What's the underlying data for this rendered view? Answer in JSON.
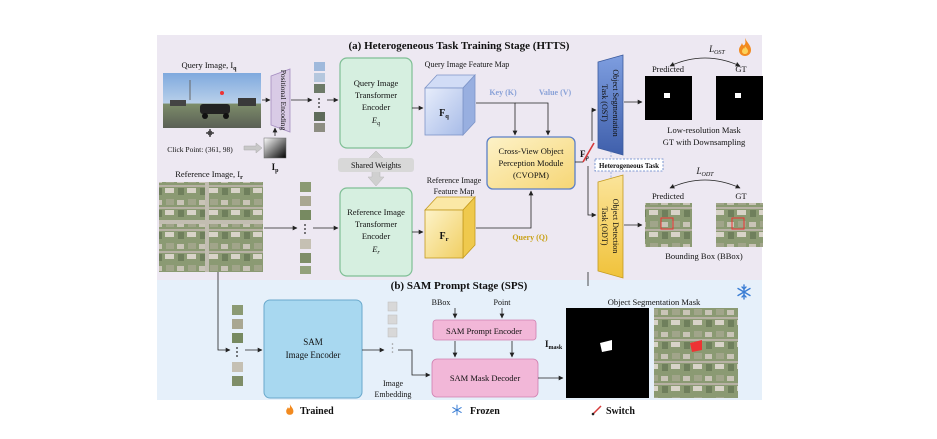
{
  "htts": {
    "title": "(a) Heterogeneous Task Training Stage (HTTS)",
    "query_image_label": "Query Image, I",
    "query_image_sub": "q",
    "click_point": "Click Point: (361, 98)",
    "positional_encoding": "Positional Encoding",
    "ip_label": "I",
    "ip_sub": "p",
    "reference_image_label": "Reference Image, I",
    "reference_image_sub": "r",
    "query_encoder": {
      "l1": "Query Image",
      "l2": "Transformer",
      "l3": "Encoder",
      "sym": "E",
      "sub": "q"
    },
    "reference_encoder": {
      "l1": "Reference Image",
      "l2": "Transformer",
      "l3": "Encoder",
      "sym": "E",
      "sub": "r"
    },
    "shared_weights": "Shared Weights",
    "query_feature_map": "Query Image Feature Map",
    "reference_feature_map_l1": "Reference Image",
    "reference_feature_map_l2": "Feature Map",
    "fq": "F",
    "fq_sub": "q",
    "fr": "F",
    "fr_sub": "r",
    "key": "Key (K)",
    "value": "Value (V)",
    "query_q": "Query (Q)",
    "cvopm": {
      "l1": "Cross-View Object",
      "l2": "Perception Module",
      "l3": "(CVOPM)"
    },
    "fp": "F",
    "fp_sub": "p",
    "ost": {
      "l1": "Object Segmentation",
      "l2": "Task (OST)"
    },
    "odt": {
      "l1": "Object Detection",
      "l2": "Task (ODT)"
    },
    "heterogeneous_task": "Heterogeneous Task",
    "l_ost": "L",
    "l_ost_sub": "OST",
    "l_odt": "L",
    "l_odt_sub": "ODT",
    "predicted": "Predicted",
    "gt": "GT",
    "mask_caption_l1": "Low-resolution Mask",
    "mask_caption_l2": "GT with Downsampling",
    "bbox_caption": "Bounding Box (BBox)"
  },
  "sps": {
    "title": "(b) SAM Prompt Stage (SPS)",
    "image_encoder": {
      "l1": "SAM",
      "l2": "Image Encoder"
    },
    "image_embedding_l1": "Image",
    "image_embedding_l2": "Embedding",
    "bbox": "BBox",
    "point": "Point",
    "prompt_encoder": "SAM Prompt Encoder",
    "mask_decoder": "SAM Mask Decoder",
    "imask": "I",
    "imask_sub": "mask",
    "output_caption": "Object Segmentation Mask"
  },
  "legend": {
    "trained": "Trained",
    "frozen": "Frozen",
    "switch": "Switch"
  },
  "icons": [
    "fire-icon",
    "snowflake-icon",
    "switch-icon"
  ],
  "colors": {
    "htts_bg": "#ede8f2",
    "sps_bg": "#e6f0fa",
    "encoder_fill": "#d6efe0",
    "encoder_stroke": "#7fbf95",
    "cvopm_fill": "#fbe7a8",
    "ost_fill": "#5b7fc6",
    "odt_fill": "#f7d56b",
    "sam_encoder_fill": "#a8d8f0",
    "sam_decoder_fill": "#f2b7d8",
    "key_value_text": "#8aa2d8",
    "query_text": "#c9a21a"
  }
}
